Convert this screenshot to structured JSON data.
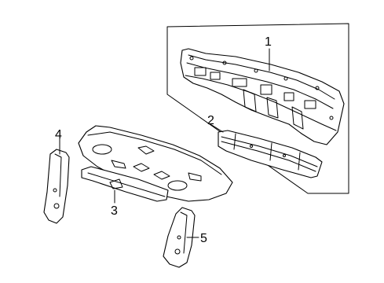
{
  "diagram": {
    "callouts": [
      {
        "id": "1",
        "text": "1"
      },
      {
        "id": "2",
        "text": "2"
      },
      {
        "id": "3",
        "text": "3"
      },
      {
        "id": "4",
        "text": "4"
      },
      {
        "id": "5",
        "text": "5"
      }
    ],
    "colors": {
      "line": "#000000",
      "background": "#ffffff"
    }
  }
}
